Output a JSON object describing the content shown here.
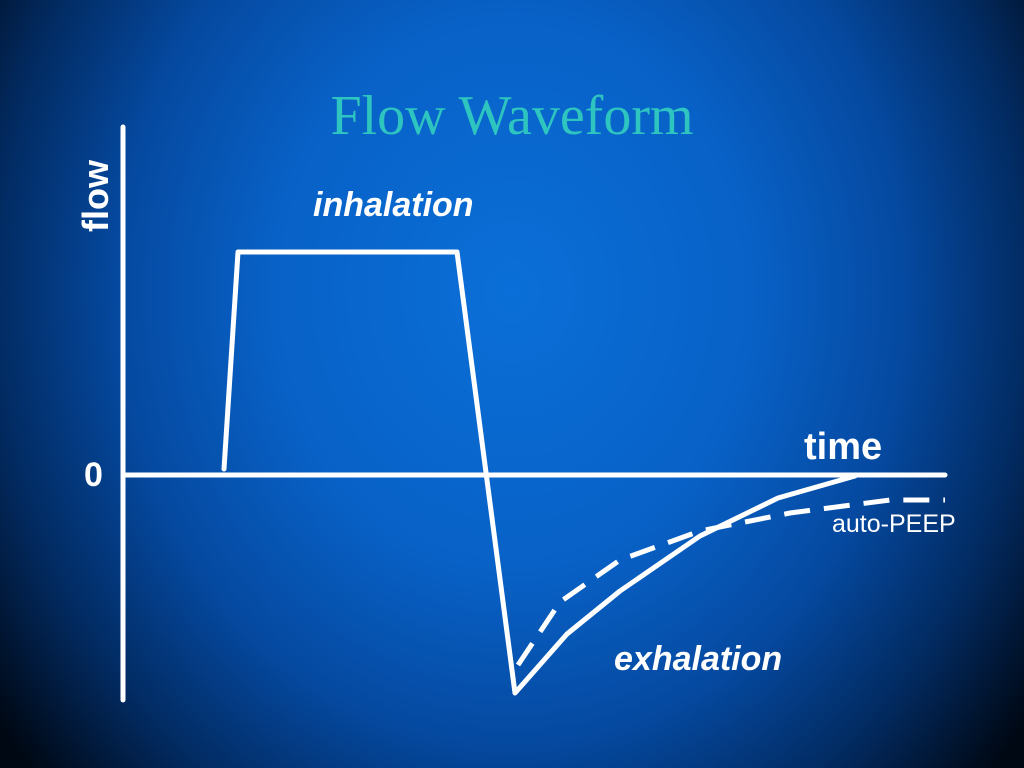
{
  "slide": {
    "title": "Flow Waveform",
    "title_color": "#2ec4c0",
    "background": "blue radial gradient",
    "line_color": "#ffffff"
  },
  "chart_data": {
    "type": "line",
    "title": "Flow Waveform",
    "xlabel": "time",
    "ylabel": "flow",
    "y_tick_labels": [
      "0"
    ],
    "annotations": [
      "inhalation",
      "exhalation",
      "auto-PEEP"
    ],
    "series": [
      {
        "style": "solid",
        "x": [
          0.12,
          0.14,
          0.42,
          0.55,
          0.58,
          0.61,
          0.68,
          0.8,
          0.93
        ],
        "y": [
          0,
          1,
          1,
          -1,
          -0.71,
          -0.52,
          -0.25,
          -0.1,
          0
        ]
      },
      {
        "style": "dashed",
        "x": [
          0.58,
          0.64,
          0.73,
          0.81,
          0.91,
          1.0
        ],
        "y": [
          -0.86,
          -0.53,
          -0.33,
          -0.2,
          -0.1,
          -0.1
        ]
      }
    ]
  }
}
